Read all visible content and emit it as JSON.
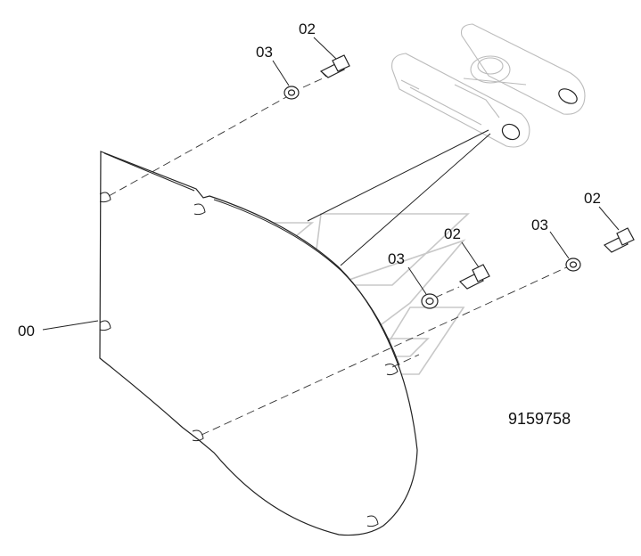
{
  "callouts": [
    {
      "id": "c-00",
      "text": "00"
    },
    {
      "id": "c-02-a",
      "text": "02"
    },
    {
      "id": "c-03-a",
      "text": "03"
    },
    {
      "id": "c-02-b",
      "text": "02"
    },
    {
      "id": "c-03-b",
      "text": "03"
    },
    {
      "id": "c-02-c",
      "text": "02"
    },
    {
      "id": "c-03-c",
      "text": "03"
    }
  ],
  "drawing_number": "9159758"
}
